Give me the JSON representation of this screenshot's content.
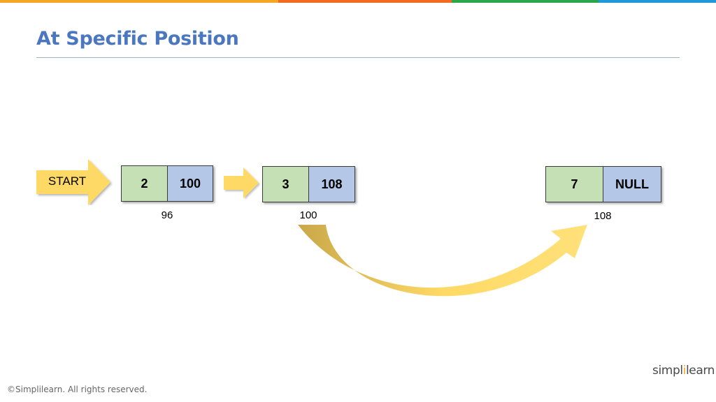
{
  "slide": {
    "title": "At Specific Position"
  },
  "colors": {
    "title": "#4a77c0",
    "top_bar": [
      "#f5a623",
      "#f26a21",
      "#2aa54a",
      "#1f9ad6"
    ],
    "data_cell": "#c5e0b4",
    "pointer_cell": "#b4c7e7",
    "arrow_yellow": "#ffd965",
    "curve_dark": "#c9a84a",
    "curve_light": "#ffe17a",
    "logo_accent": "#f5a623"
  },
  "diagram": {
    "start_label": "START",
    "nodes": [
      {
        "data": "2",
        "next": "100",
        "address": "96"
      },
      {
        "data": "3",
        "next": "108",
        "address": "100"
      },
      {
        "data": "7",
        "next": "NULL",
        "address": "108"
      }
    ]
  },
  "footer": {
    "logo_left": "simpl",
    "logo_mark": "i",
    "logo_right": "learn",
    "copyright": "©Simplilearn. All rights reserved."
  }
}
